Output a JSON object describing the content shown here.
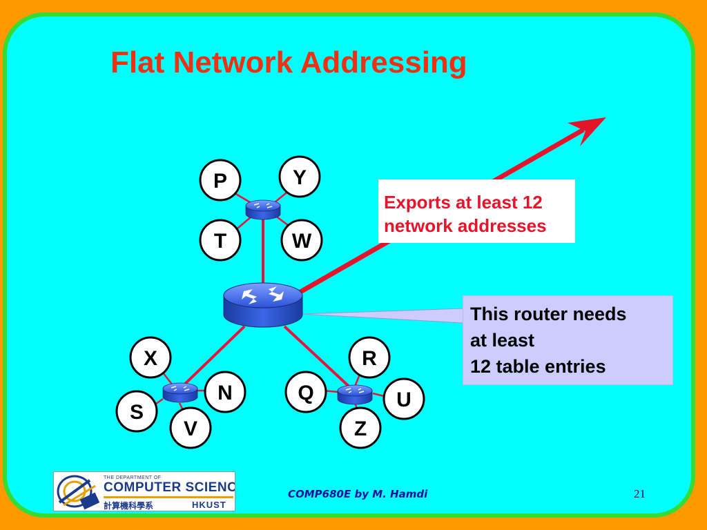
{
  "slide": {
    "title": "Flat Network Addressing",
    "footer": "COMP680E by M. Hamdi",
    "page_number": "21",
    "colors": {
      "background_outer": "#ff9900",
      "slide_fill": "#00ffff",
      "slide_border": "#33dd33",
      "title": "#f03010",
      "arrow": "#e6142a",
      "link": "#e6143c",
      "router": "#2a52d8"
    }
  },
  "diagram": {
    "nodes": [
      "P",
      "Y",
      "T",
      "W",
      "X",
      "N",
      "S",
      "V",
      "R",
      "Q",
      "U",
      "Z"
    ],
    "groups": [
      {
        "router": "top",
        "hosts": [
          "P",
          "Y",
          "T",
          "W"
        ]
      },
      {
        "router": "left",
        "hosts": [
          "X",
          "N",
          "S",
          "V"
        ]
      },
      {
        "router": "right",
        "hosts": [
          "R",
          "Q",
          "U",
          "Z"
        ]
      }
    ],
    "callouts": {
      "exports": [
        "Exports at least 12",
        "network addresses"
      ],
      "router_needs": [
        "This router needs",
        "at least",
        "12 table entries"
      ]
    }
  },
  "logo": {
    "small_text": "THE DEPARTMENT OF",
    "main_text": "COMPUTER SCIENCE",
    "chinese_text": "計算機科學系",
    "org": "HKUST"
  }
}
